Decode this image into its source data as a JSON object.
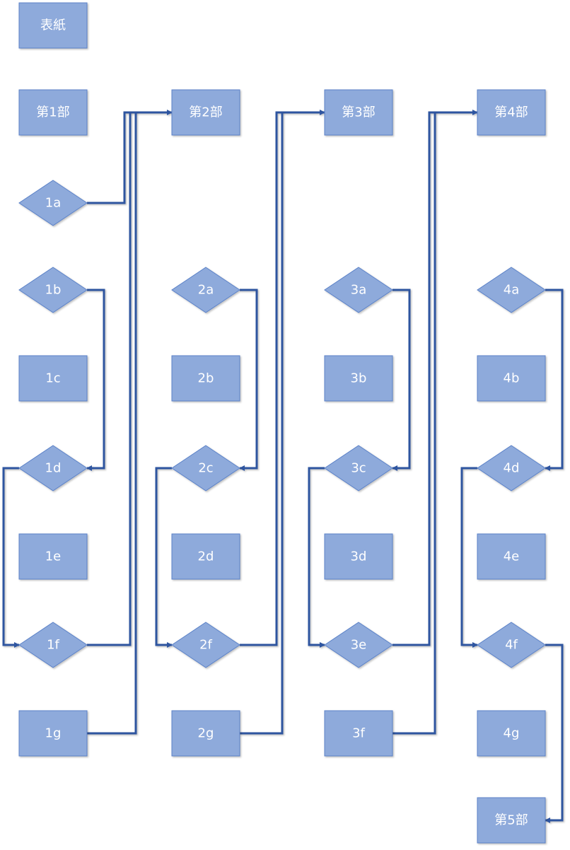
{
  "colors": {
    "fill": "#8eaadb",
    "stroke": "#5b82c8",
    "connector": "#2f54a0",
    "text": "#ffffff"
  },
  "nodes": [
    {
      "id": "cover",
      "label": "表紙",
      "shape": "rect"
    },
    {
      "id": "p1",
      "label": "第1部",
      "shape": "rect"
    },
    {
      "id": "1a",
      "label": "1a",
      "shape": "diamond"
    },
    {
      "id": "1b",
      "label": "1b",
      "shape": "diamond"
    },
    {
      "id": "1c",
      "label": "1c",
      "shape": "rect"
    },
    {
      "id": "1d",
      "label": "1d",
      "shape": "diamond"
    },
    {
      "id": "1e",
      "label": "1e",
      "shape": "rect"
    },
    {
      "id": "1f",
      "label": "1f",
      "shape": "diamond"
    },
    {
      "id": "1g",
      "label": "1g",
      "shape": "rect"
    },
    {
      "id": "p2",
      "label": "第2部",
      "shape": "rect"
    },
    {
      "id": "2a",
      "label": "2a",
      "shape": "diamond"
    },
    {
      "id": "2b",
      "label": "2b",
      "shape": "rect"
    },
    {
      "id": "2c",
      "label": "2c",
      "shape": "diamond"
    },
    {
      "id": "2d",
      "label": "2d",
      "shape": "rect"
    },
    {
      "id": "2f",
      "label": "2f",
      "shape": "diamond"
    },
    {
      "id": "2g",
      "label": "2g",
      "shape": "rect"
    },
    {
      "id": "p3",
      "label": "第3部",
      "shape": "rect"
    },
    {
      "id": "3a",
      "label": "3a",
      "shape": "diamond"
    },
    {
      "id": "3b",
      "label": "3b",
      "shape": "rect"
    },
    {
      "id": "3c",
      "label": "3c",
      "shape": "diamond"
    },
    {
      "id": "3d",
      "label": "3d",
      "shape": "rect"
    },
    {
      "id": "3e",
      "label": "3e",
      "shape": "diamond"
    },
    {
      "id": "3f",
      "label": "3f",
      "shape": "rect"
    },
    {
      "id": "p4",
      "label": "第4部",
      "shape": "rect"
    },
    {
      "id": "4a",
      "label": "4a",
      "shape": "diamond"
    },
    {
      "id": "4b",
      "label": "4b",
      "shape": "rect"
    },
    {
      "id": "4d",
      "label": "4d",
      "shape": "diamond"
    },
    {
      "id": "4e",
      "label": "4e",
      "shape": "rect"
    },
    {
      "id": "4f",
      "label": "4f",
      "shape": "diamond"
    },
    {
      "id": "4g",
      "label": "4g",
      "shape": "rect"
    },
    {
      "id": "p5",
      "label": "第5部",
      "shape": "rect"
    }
  ],
  "edges": [
    [
      "cover",
      "p1"
    ],
    [
      "p1",
      "1a"
    ],
    [
      "1a",
      "1b"
    ],
    [
      "1a",
      "p2"
    ],
    [
      "1b",
      "1c"
    ],
    [
      "1b",
      "1d"
    ],
    [
      "1c",
      "1d"
    ],
    [
      "1d",
      "1e"
    ],
    [
      "1d",
      "1f"
    ],
    [
      "1e",
      "1f"
    ],
    [
      "1f",
      "1g"
    ],
    [
      "1f",
      "p2"
    ],
    [
      "1g",
      "p2"
    ],
    [
      "p2",
      "2a"
    ],
    [
      "2a",
      "2b"
    ],
    [
      "2a",
      "2c"
    ],
    [
      "2b",
      "2c"
    ],
    [
      "2c",
      "2d"
    ],
    [
      "2c",
      "2f"
    ],
    [
      "2d",
      "2f"
    ],
    [
      "2f",
      "2g"
    ],
    [
      "2f",
      "p3"
    ],
    [
      "2g",
      "p3"
    ],
    [
      "p3",
      "3a"
    ],
    [
      "3a",
      "3b"
    ],
    [
      "3a",
      "3c"
    ],
    [
      "3b",
      "3c"
    ],
    [
      "3c",
      "3d"
    ],
    [
      "3c",
      "3e"
    ],
    [
      "3d",
      "3e"
    ],
    [
      "3e",
      "3f"
    ],
    [
      "3e",
      "p4"
    ],
    [
      "3f",
      "p4"
    ],
    [
      "p4",
      "4a"
    ],
    [
      "4a",
      "4b"
    ],
    [
      "4a",
      "4d"
    ],
    [
      "4b",
      "4d"
    ],
    [
      "4d",
      "4e"
    ],
    [
      "4d",
      "4f"
    ],
    [
      "4e",
      "4f"
    ],
    [
      "4f",
      "4g"
    ],
    [
      "4f",
      "p5"
    ],
    [
      "4g",
      "p5"
    ]
  ]
}
